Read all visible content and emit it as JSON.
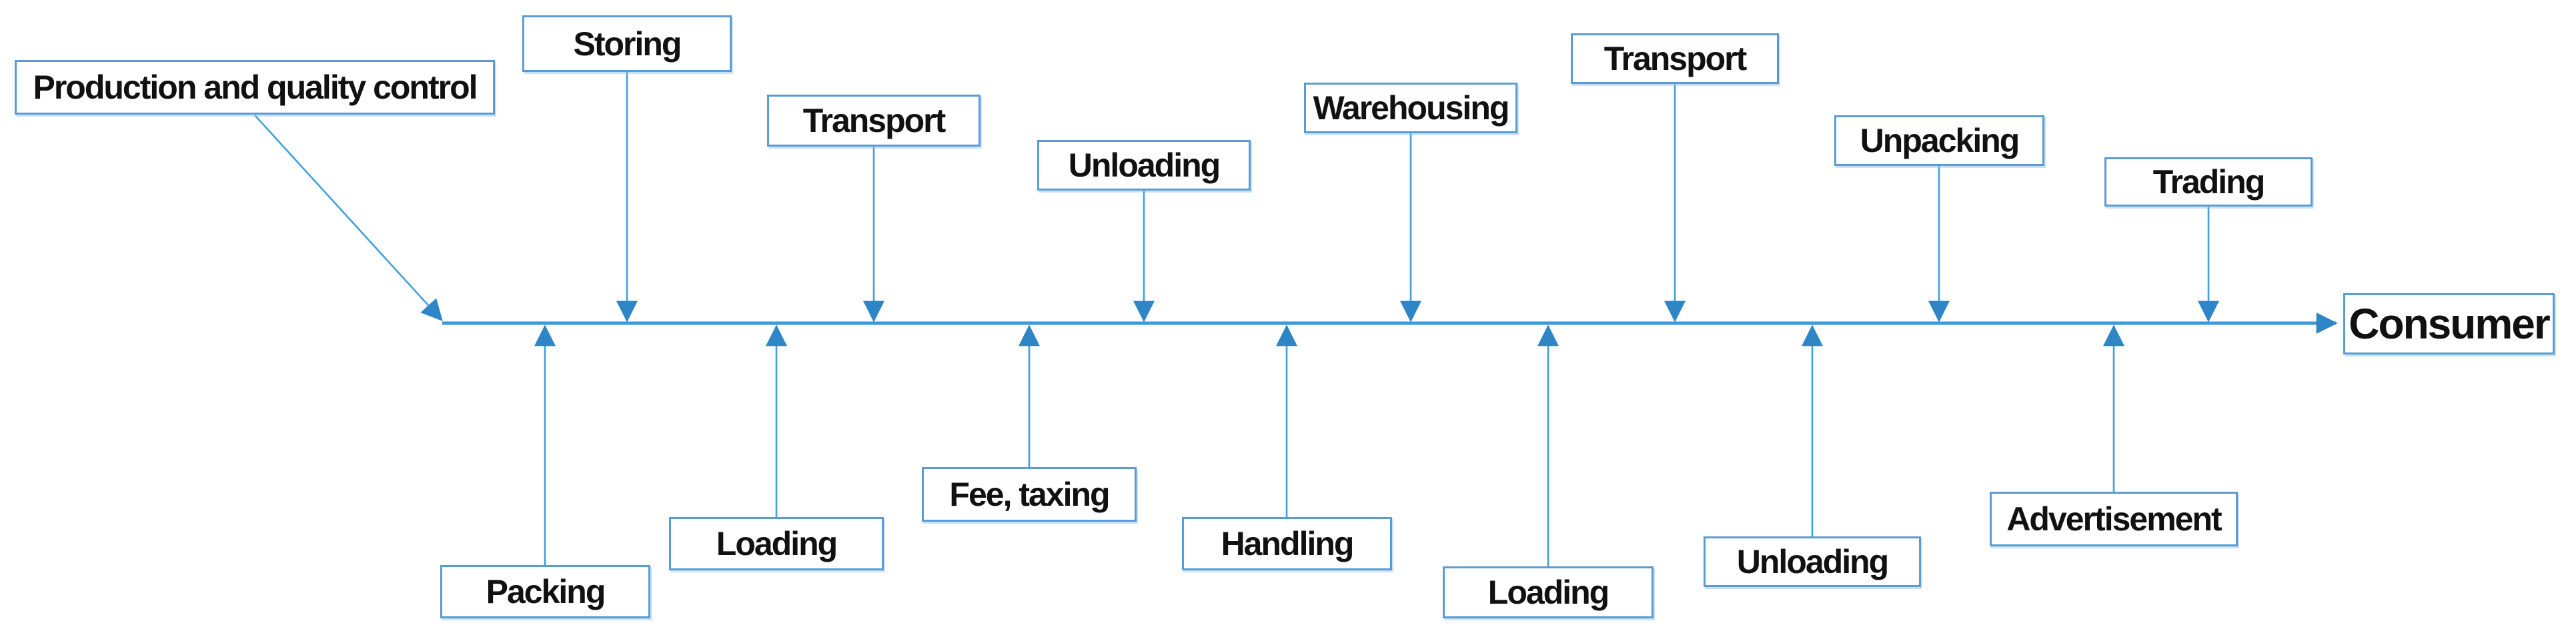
{
  "diagram": {
    "consumer": {
      "label": "Consumer"
    },
    "top_nodes": [
      {
        "label": "Production and quality control"
      },
      {
        "label": "Storing"
      },
      {
        "label": "Transport"
      },
      {
        "label": "Unloading"
      },
      {
        "label": "Warehousing"
      },
      {
        "label": "Transport"
      },
      {
        "label": "Unpacking"
      },
      {
        "label": "Trading"
      }
    ],
    "bottom_nodes": [
      {
        "label": "Packing"
      },
      {
        "label": "Loading"
      },
      {
        "label": "Fee, taxing"
      },
      {
        "label": "Handling"
      },
      {
        "label": "Loading"
      },
      {
        "label": "Unloading"
      },
      {
        "label": "Advertisement"
      }
    ],
    "colors": {
      "box_border": "#5B9BD5",
      "connector": "#41A0DB",
      "arrowhead": "#2E86C6",
      "main_line": "#3F97D4",
      "text": "#111111",
      "background": "#FFFFFF"
    }
  }
}
